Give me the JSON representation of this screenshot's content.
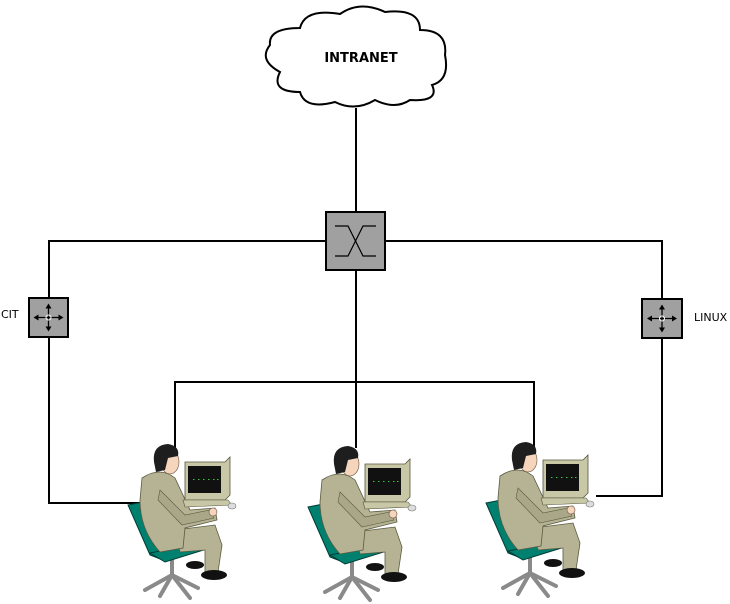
{
  "cloud": {
    "label": "INTRANET"
  },
  "routers": [
    {
      "label": "CIT"
    },
    {
      "label": "LINUX"
    }
  ],
  "colors": {
    "device_fill": "#a0a0a0",
    "chair": "#00806f",
    "suit": "#b5b394",
    "monitor": "#c9c8a6"
  }
}
